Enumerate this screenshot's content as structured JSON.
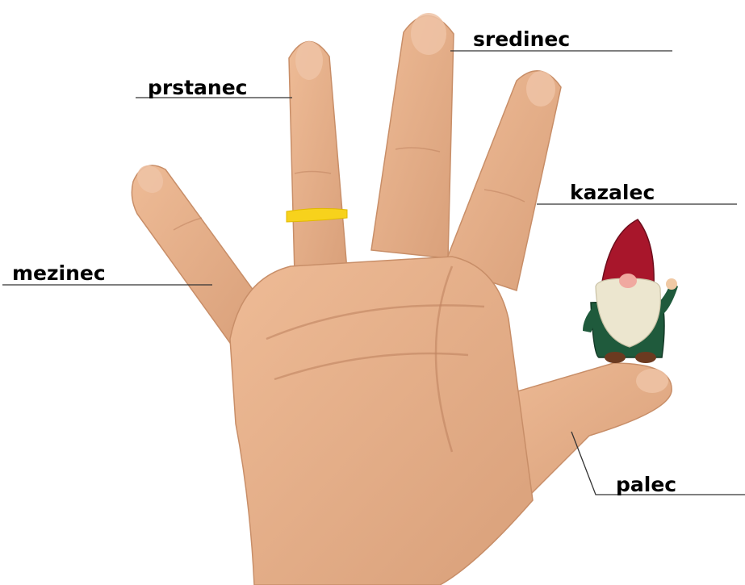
{
  "labels": {
    "middle": "sredinec",
    "ring": "prstanec",
    "index": "kazalec",
    "little": "mezinec",
    "thumb": "palec"
  },
  "colors": {
    "skin": "#e8b48e",
    "skin_shade": "#d49872",
    "nail": "#eec3a6",
    "ring_band": "#f7d21c",
    "gnome_hat": "#a8162b",
    "gnome_beard": "#ece6cf",
    "gnome_coat": "#1f5a3c",
    "gnome_boot": "#6b3a20"
  }
}
